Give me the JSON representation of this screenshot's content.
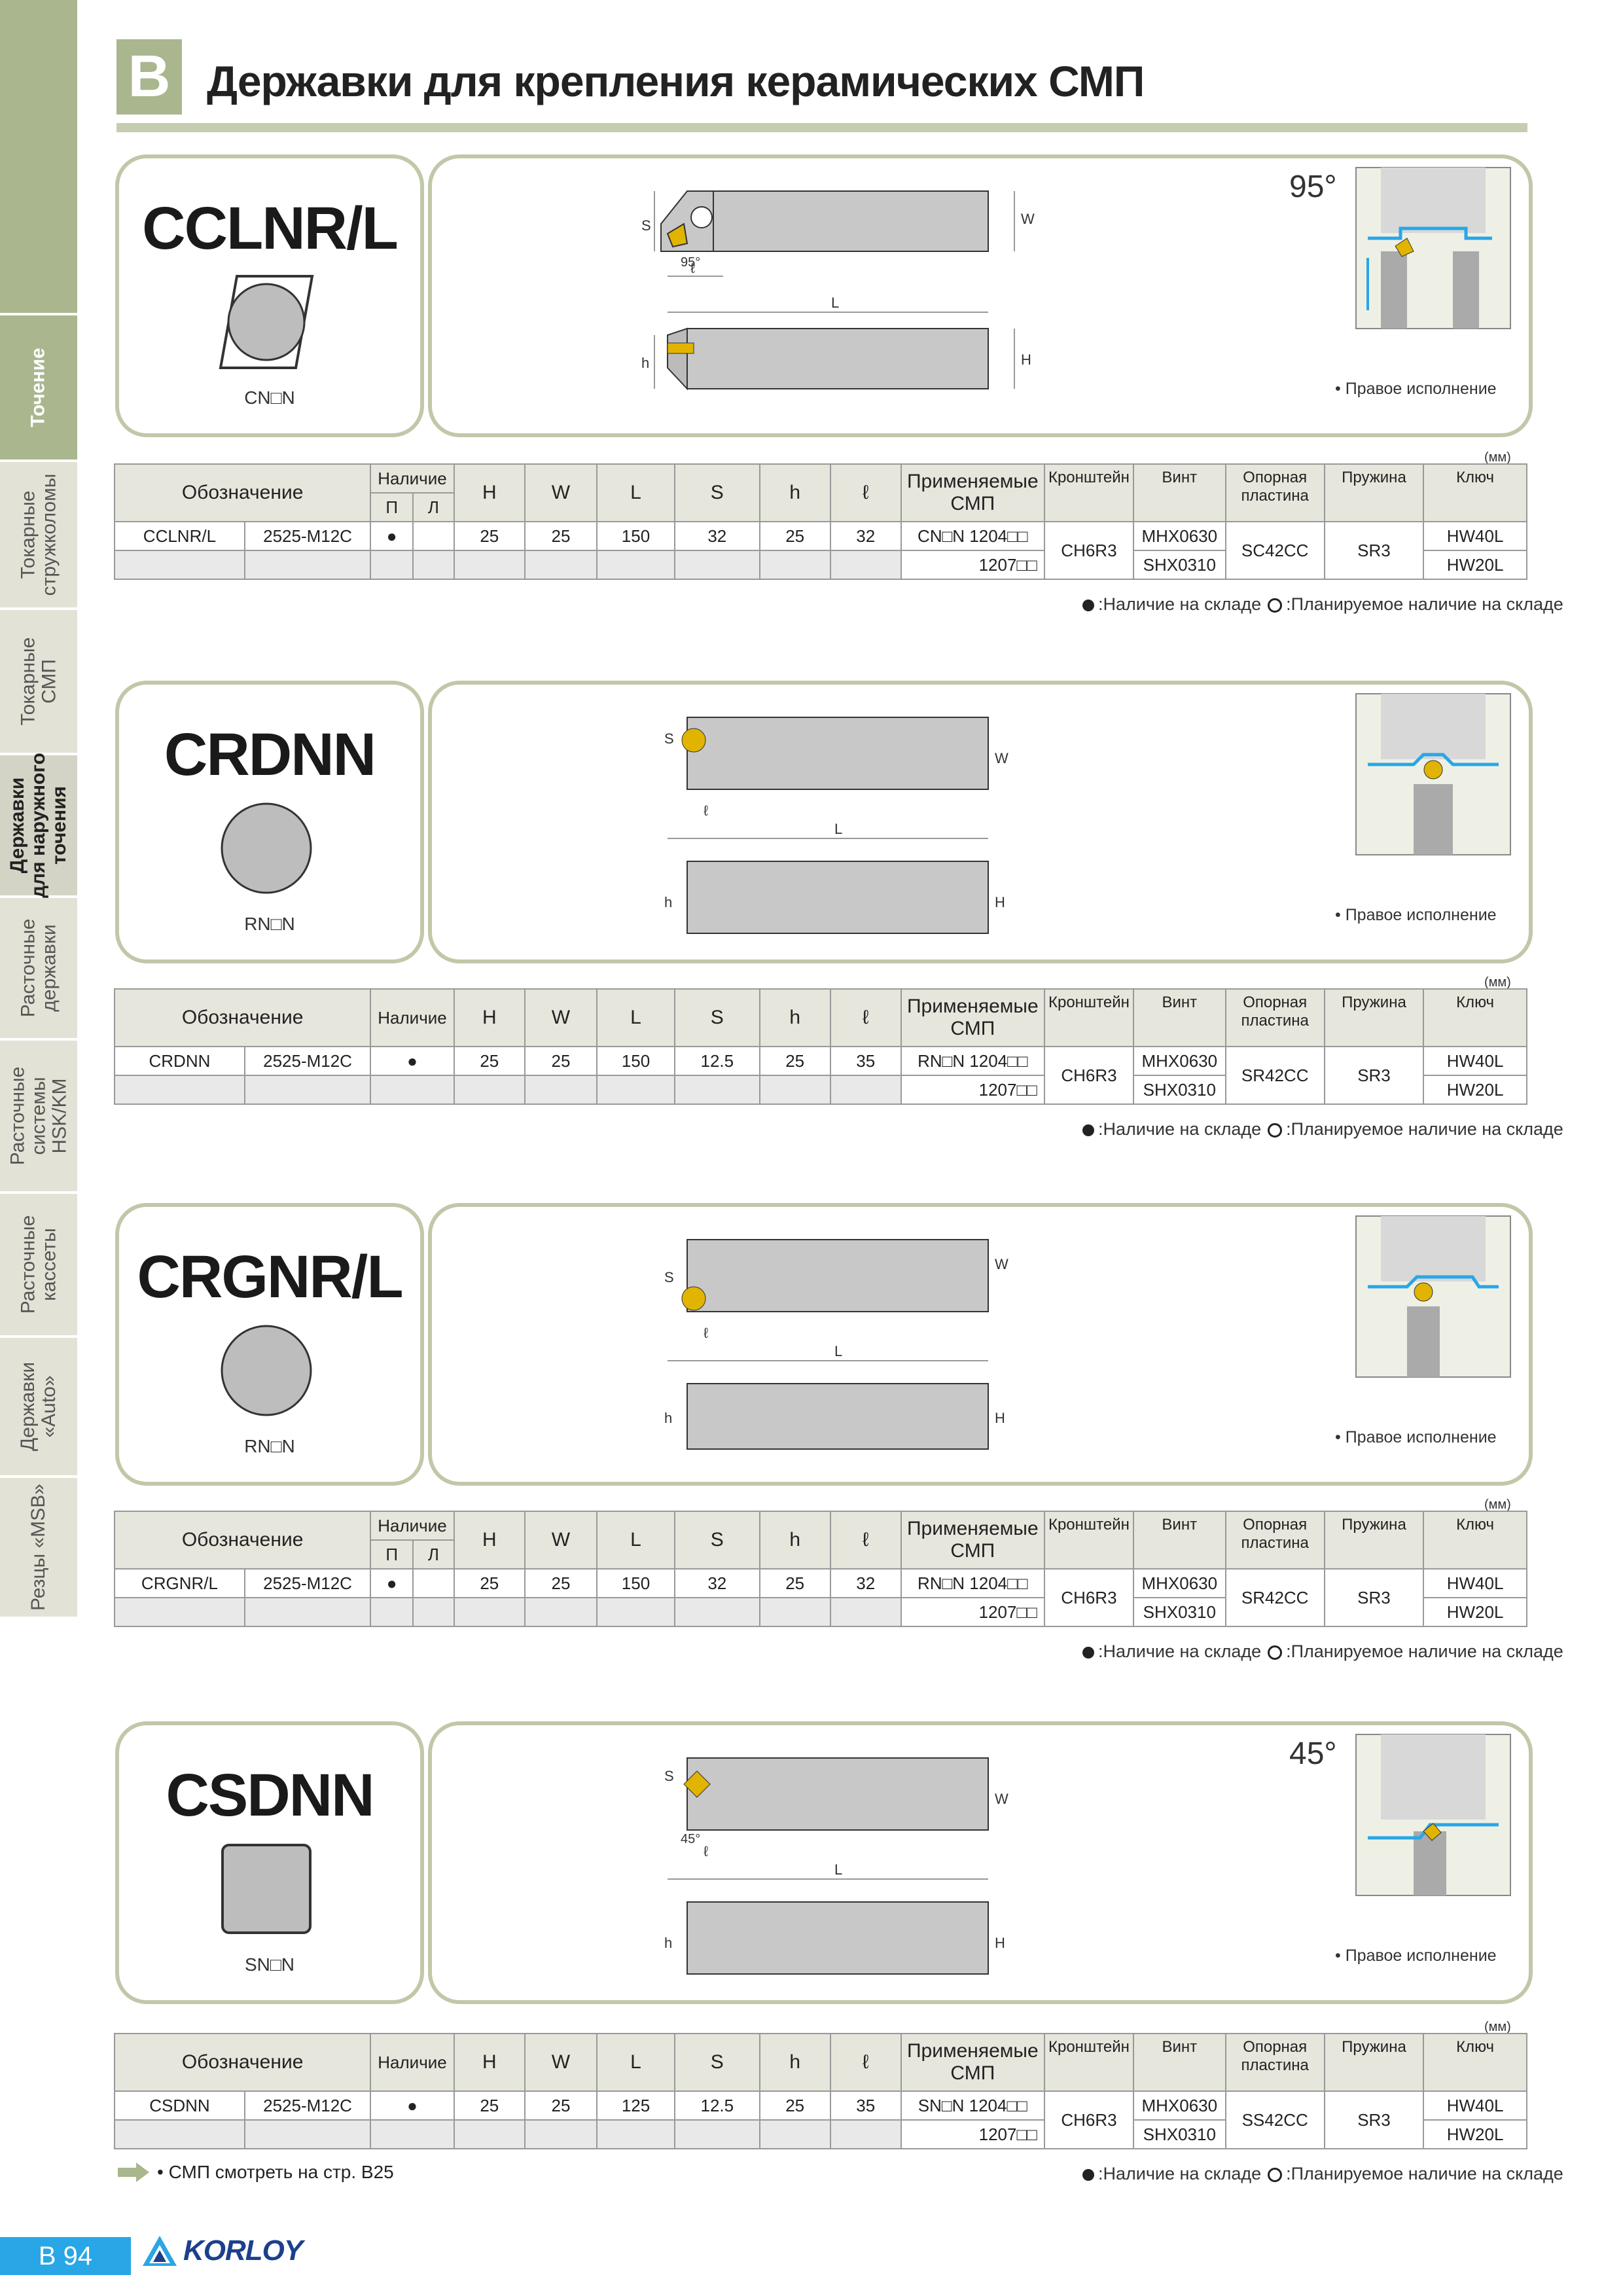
{
  "header": {
    "badge": "B",
    "title": "Державки для крепления керамических СМП"
  },
  "sidebar": {
    "tabs": [
      {
        "label": ""
      },
      {
        "label": "Точение"
      },
      {
        "label": "Токарные\nстружколомы"
      },
      {
        "label": "Токарные\nСМП"
      },
      {
        "label": "Державки\nдля наружного\nточения"
      },
      {
        "label": "Расточные\nдержавки"
      },
      {
        "label": "Расточные\nсистемы\nHSK/KM"
      },
      {
        "label": "Расточные\nкассеты"
      },
      {
        "label": "Державки\n«Auto»"
      },
      {
        "label": "Резцы «MSB»"
      }
    ]
  },
  "columns": {
    "designation": "Обозначение",
    "availability": "Наличие",
    "right": "П",
    "left": "Л",
    "H": "H",
    "W": "W",
    "L": "L",
    "S": "S",
    "h": "h",
    "l": "ℓ",
    "insert": "Применяемые СМП",
    "clamp": "Кронштейн",
    "screw": "Винт",
    "shim": "Опорная пластина",
    "spring": "Пружина",
    "key": "Ключ"
  },
  "unit": "(мм)",
  "legend": {
    "in_stock": ":Наличие на складе",
    "planned": ":Планируемое наличие на складе"
  },
  "right_note": "• Правое исполнение",
  "products": [
    {
      "code": "CCLNR/L",
      "insert_label": "CN□N",
      "angle": "95°",
      "row": {
        "name": "CCLNR/L",
        "size": "2525-M12C",
        "avail": "●",
        "H": "25",
        "W": "25",
        "L": "150",
        "S": "32",
        "h": "25",
        "l": "32",
        "ins1": "CN□N 1204□□",
        "ins2": "1207□□",
        "clamp": "CH6R3",
        "screw1": "MHX0630",
        "screw2": "SHX0310",
        "shim": "SC42CC",
        "spring": "SR3",
        "key1": "HW40L",
        "key2": "HW20L"
      }
    },
    {
      "code": "CRDNN",
      "insert_label": "RN□N",
      "angle": "",
      "row": {
        "name": "CRDNN",
        "size": "2525-M12C",
        "avail": "●",
        "H": "25",
        "W": "25",
        "L": "150",
        "S": "12.5",
        "h": "25",
        "l": "35",
        "ins1": "RN□N 1204□□",
        "ins2": "1207□□",
        "clamp": "CH6R3",
        "screw1": "MHX0630",
        "screw2": "SHX0310",
        "shim": "SR42CC",
        "spring": "SR3",
        "key1": "HW40L",
        "key2": "HW20L"
      }
    },
    {
      "code": "CRGNR/L",
      "insert_label": "RN□N",
      "angle": "",
      "row": {
        "name": "CRGNR/L",
        "size": "2525-M12C",
        "avail": "●",
        "H": "25",
        "W": "25",
        "L": "150",
        "S": "32",
        "h": "25",
        "l": "32",
        "ins1": "RN□N 1204□□",
        "ins2": "1207□□",
        "clamp": "CH6R3",
        "screw1": "MHX0630",
        "screw2": "SHX0310",
        "shim": "SR42CC",
        "spring": "SR3",
        "key1": "HW40L",
        "key2": "HW20L"
      }
    },
    {
      "code": "CSDNN",
      "insert_label": "SN□N",
      "angle": "45°",
      "row": {
        "name": "CSDNN",
        "size": "2525-M12C",
        "avail": "●",
        "H": "25",
        "W": "25",
        "L": "125",
        "S": "12.5",
        "h": "25",
        "l": "35",
        "ins1": "SN□N 1204□□",
        "ins2": "1207□□",
        "clamp": "CH6R3",
        "screw1": "MHX0630",
        "screw2": "SHX0310",
        "shim": "SS42CC",
        "spring": "SR3",
        "key1": "HW40L",
        "key2": "HW20L"
      }
    }
  ],
  "diagram_labels": {
    "S": "S",
    "W": "W",
    "L": "L",
    "h": "h",
    "H": "H",
    "l": "ℓ",
    "a95": "95°",
    "a45": "45°"
  },
  "footer": {
    "insert_ref": "• СМП смотреть на стр. B25",
    "page": "B 94",
    "brand": "KORLOY"
  },
  "colors": {
    "accent": "#aab68e",
    "panel_border": "#c0c8a8",
    "page_tab": "#29a6e6",
    "brand": "#1c3f8e"
  }
}
